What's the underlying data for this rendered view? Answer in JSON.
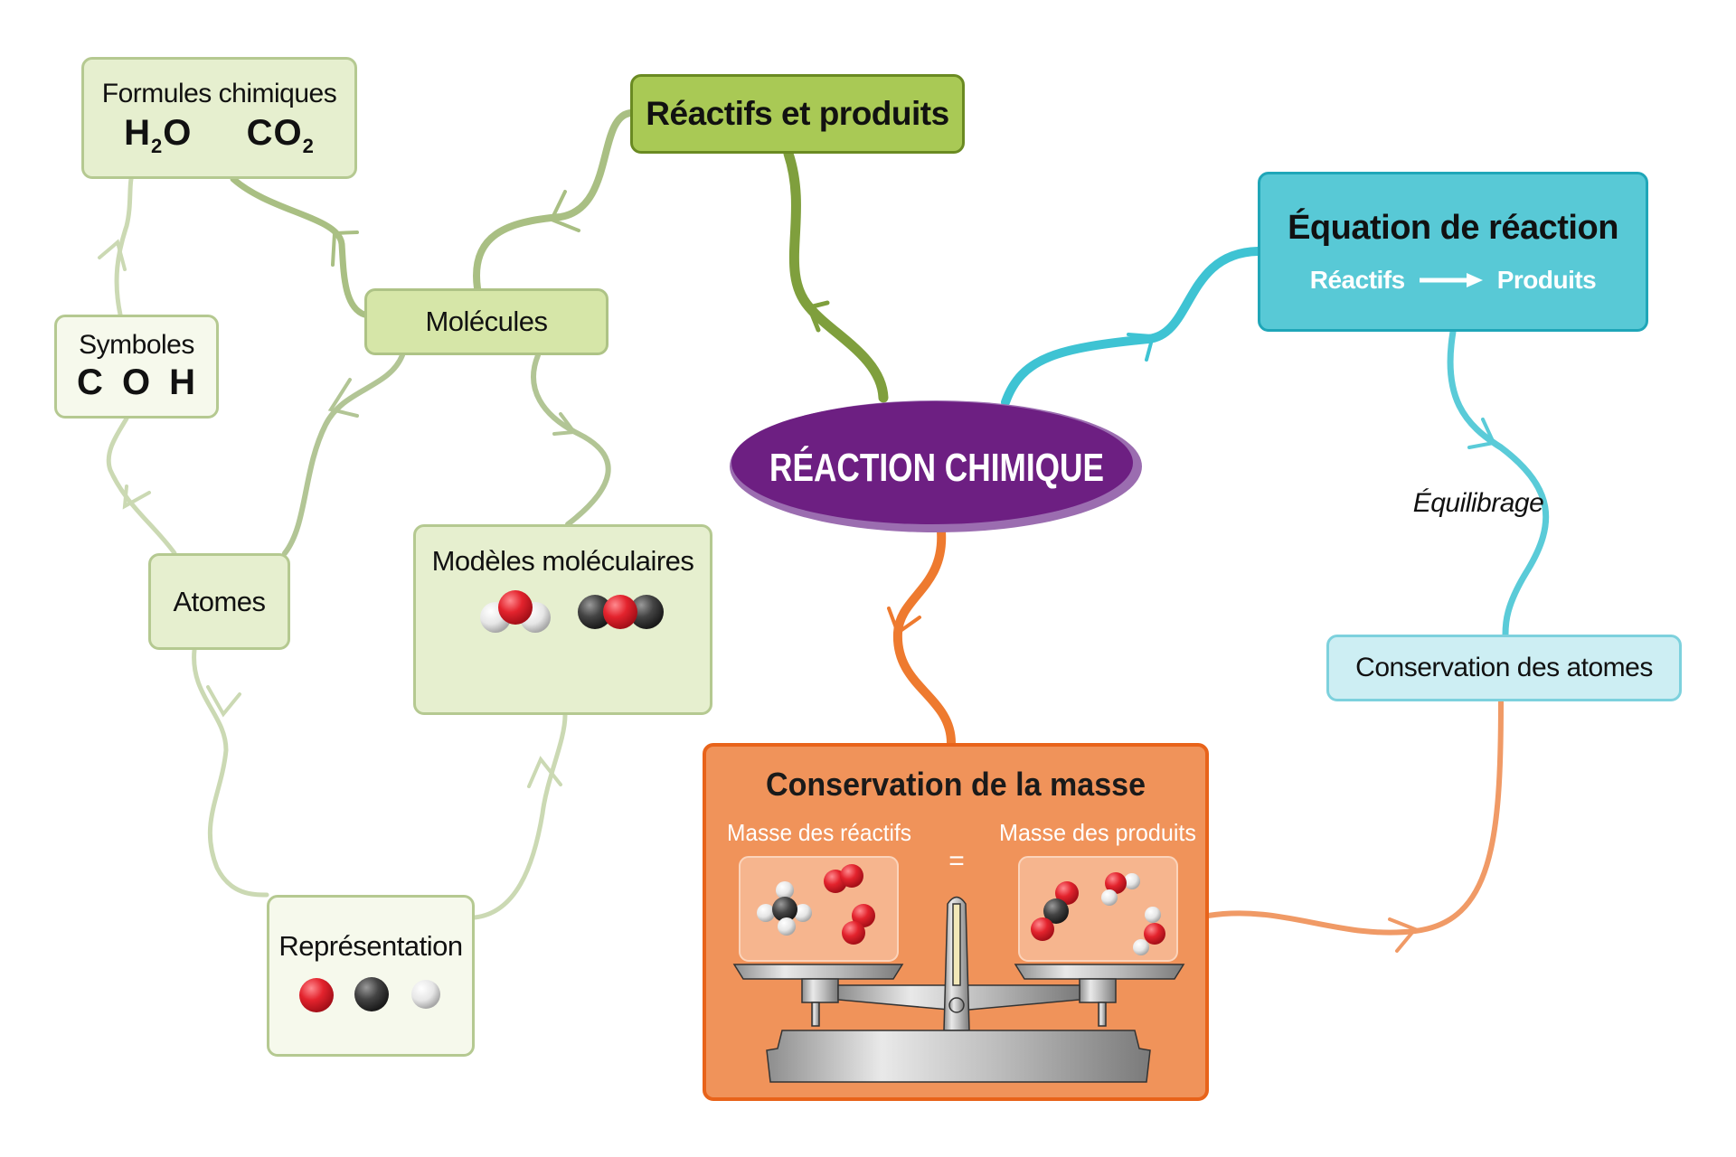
{
  "center": {
    "label": "RÉACTION CHIMIQUE",
    "fill": "#6d1f82",
    "stroke": "#9b6db0"
  },
  "nodes": {
    "reactifs_produits": {
      "label": "Réactifs et produits",
      "fill": "#a9c955",
      "stroke": "#6a8a22"
    },
    "equation": {
      "title": "Équation de réaction",
      "left": "Réactifs",
      "right": "Produits",
      "fill": "#58c9d6",
      "stroke": "#1fa6b8"
    },
    "conservation_atomes": {
      "label": "Conservation des atomes",
      "fill": "#cdeef3",
      "stroke": "#7dd1dd"
    },
    "equilibrage": {
      "label": "Équilibrage"
    },
    "conservation_masse": {
      "title": "Conservation de la masse",
      "left_label": "Masse des réactifs",
      "right_label": "Masse des produits",
      "equals": "=",
      "fill": "#f0935a",
      "stroke": "#e8631a"
    },
    "molecules": {
      "label": "Molécules"
    },
    "formules": {
      "label": "Formules chimiques",
      "f1_main": "H",
      "f1_sub": "2",
      "f1_end": "O",
      "f2_main": "CO",
      "f2_sub": "2"
    },
    "symboles": {
      "label": "Symboles",
      "symbols": [
        "C",
        "O",
        "H"
      ]
    },
    "atomes": {
      "label": "Atomes"
    },
    "modeles": {
      "label": "Modèles moléculaires"
    },
    "representation": {
      "label": "Représentation"
    }
  },
  "colors": {
    "green_dark": "#7f9f3d",
    "green_mid": "#a9bf83",
    "green_light": "#cbd9b3",
    "cyan": "#3ec3d3",
    "orange": "#ee7a2f",
    "orange_light": "#f09a66",
    "oxygen": "#e0262e",
    "carbon": "#3a3a3a",
    "hydrogen": "#e8e8e8"
  }
}
